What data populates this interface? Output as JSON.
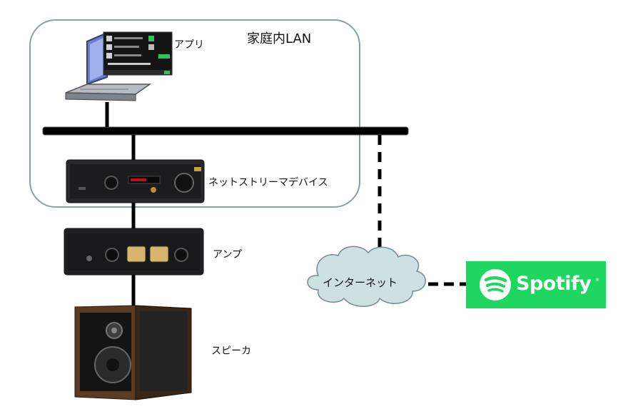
{
  "lan": {
    "title": "家庭内LAN"
  },
  "labels": {
    "app": "アプリ",
    "streamer": "ネットストリーマデバイス",
    "amp": "アンプ",
    "speaker": "スピーカ",
    "internet": "インターネット"
  },
  "spotify": {
    "brand": "Spotify",
    "reg": "®",
    "color": "#1ed760"
  },
  "icons": [
    "laptop-icon",
    "network-streamer-icon",
    "amplifier-icon",
    "speaker-icon",
    "cloud-icon",
    "spotify-logo-icon"
  ]
}
